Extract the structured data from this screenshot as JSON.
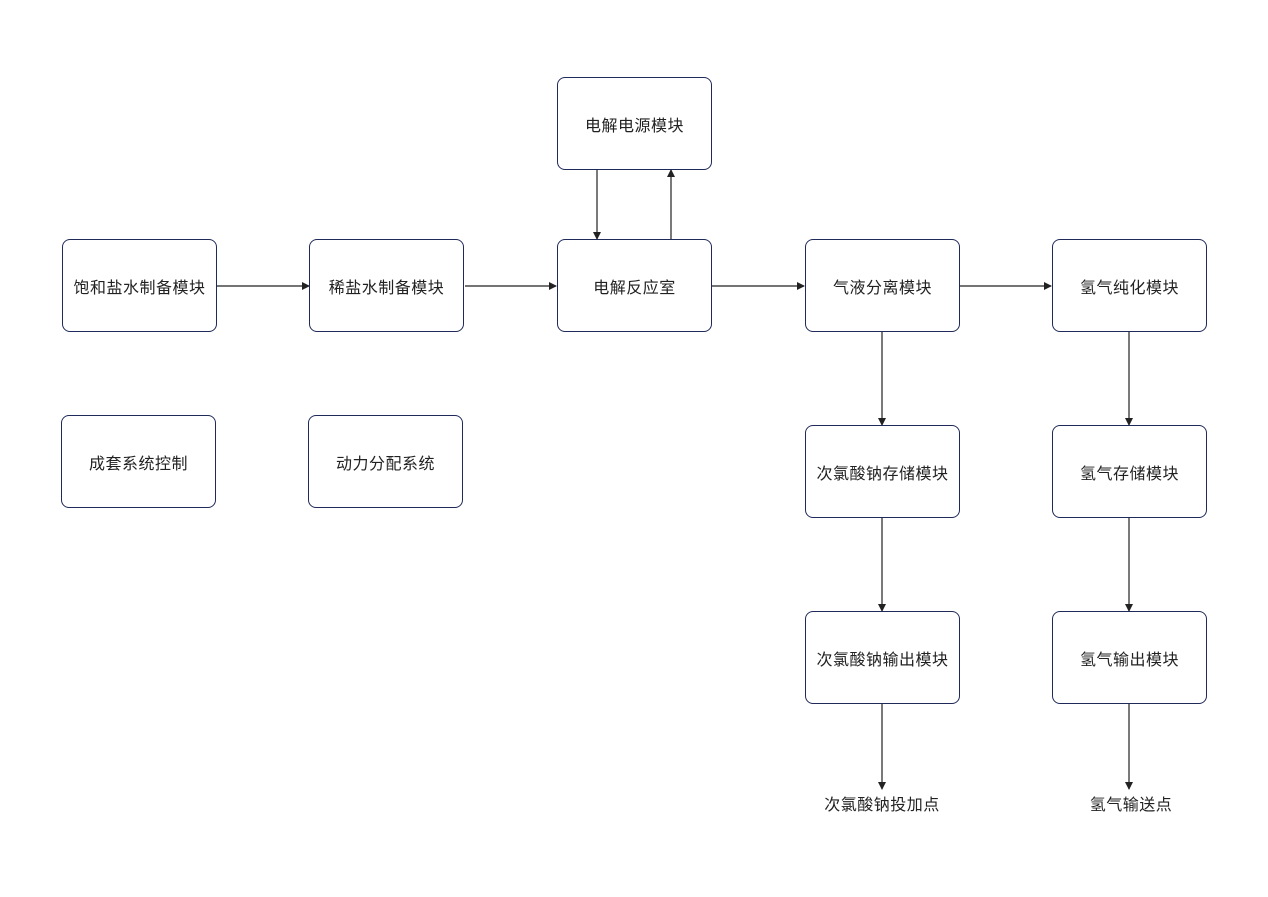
{
  "nodes": {
    "brine_saturated": "饱和盐水制备模块",
    "brine_dilute": "稀盐水制备模块",
    "power_module": "电解电源模块",
    "electrolysis_chamber": "电解反应室",
    "gas_liquid_sep": "气液分离模块",
    "h2_purify": "氢气纯化模块",
    "naclo_storage": "次氯酸钠存储模块",
    "h2_storage": "氢气存储模块",
    "naclo_output": "次氯酸钠输出模块",
    "h2_output": "氢气输出模块",
    "system_control": "成套系统控制",
    "power_distribution": "动力分配系统"
  },
  "endpoints": {
    "naclo_dosing": "次氯酸钠投加点",
    "h2_delivery": "氢气输送点"
  },
  "colors": {
    "node_border": "#1f2a5a",
    "edge": "#222222",
    "text": "#222222"
  }
}
